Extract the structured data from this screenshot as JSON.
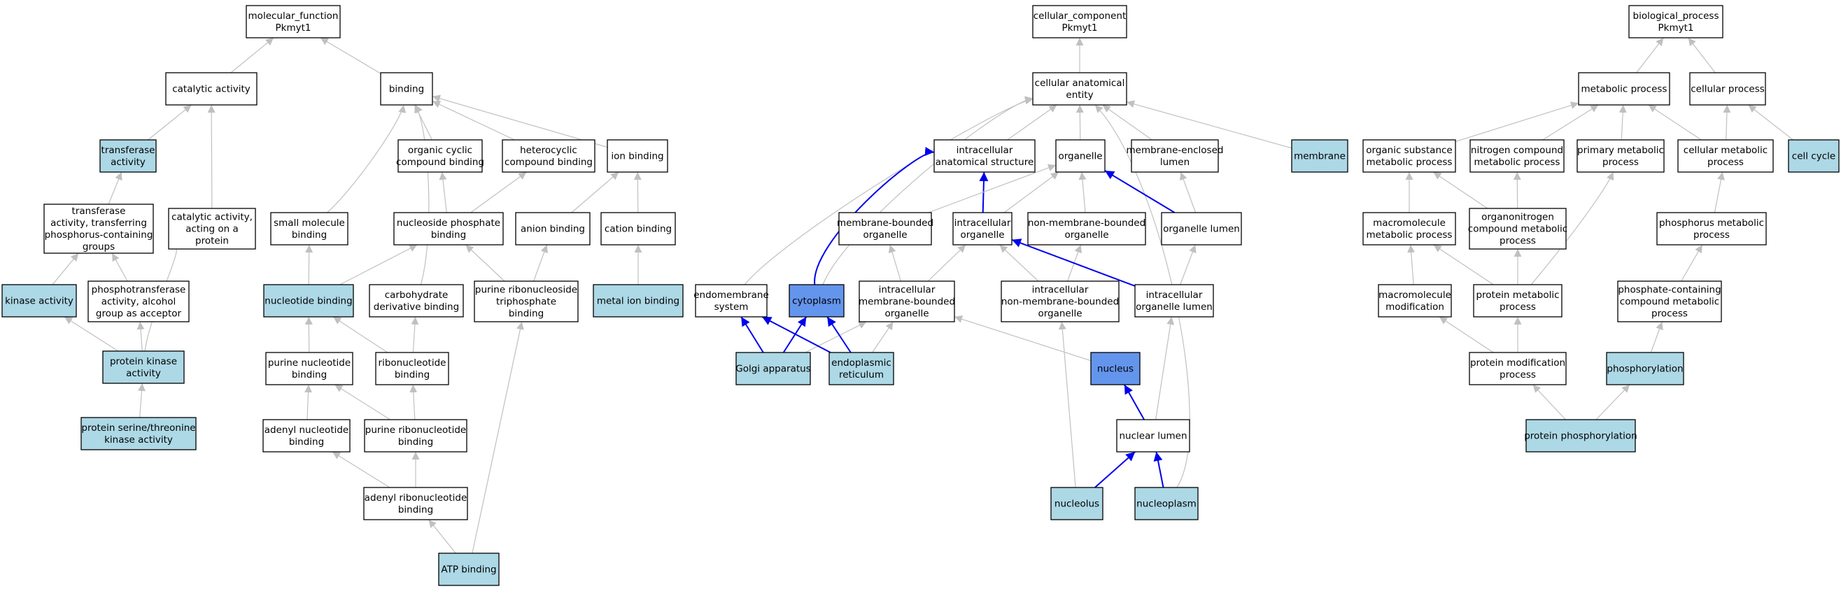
{
  "colors": {
    "plain": "#ffffff",
    "annotated": "#add8e6",
    "highlight": "#6495ed",
    "edge": "#c0c0c0",
    "path_edge": "#0000ee",
    "border": "#000000"
  },
  "nodes": [
    {
      "id": "mf_root",
      "lines": [
        "molecular_function",
        "Pkmyt1"
      ],
      "style": "plain"
    },
    {
      "id": "catalytic_activity",
      "lines": [
        "catalytic activity"
      ],
      "style": "plain"
    },
    {
      "id": "binding",
      "lines": [
        "binding"
      ],
      "style": "plain"
    },
    {
      "id": "transferase_activity",
      "lines": [
        "transferase",
        "activity"
      ],
      "style": "annotated"
    },
    {
      "id": "transferase_phosphorus",
      "lines": [
        "transferase",
        "activity, transferring",
        "phosphorus-containing",
        "groups"
      ],
      "style": "plain"
    },
    {
      "id": "catalytic_acting_protein",
      "lines": [
        "catalytic activity,",
        "acting on a",
        "protein"
      ],
      "style": "plain"
    },
    {
      "id": "kinase_activity",
      "lines": [
        "kinase activity"
      ],
      "style": "annotated"
    },
    {
      "id": "phosphotransferase",
      "lines": [
        "phosphotransferase",
        "activity, alcohol",
        "group as acceptor"
      ],
      "style": "plain"
    },
    {
      "id": "protein_kinase_activity",
      "lines": [
        "protein kinase",
        "activity"
      ],
      "style": "annotated"
    },
    {
      "id": "protein_ser_thr_kinase",
      "lines": [
        "protein serine/threonine",
        "kinase activity"
      ],
      "style": "annotated"
    },
    {
      "id": "organic_cyclic",
      "lines": [
        "organic cyclic",
        "compound binding"
      ],
      "style": "plain"
    },
    {
      "id": "heterocyclic",
      "lines": [
        "heterocyclic",
        "compound binding"
      ],
      "style": "plain"
    },
    {
      "id": "ion_binding",
      "lines": [
        "ion binding"
      ],
      "style": "plain"
    },
    {
      "id": "small_molecule",
      "lines": [
        "small molecule",
        "binding"
      ],
      "style": "plain"
    },
    {
      "id": "nucleoside_phosphate",
      "lines": [
        "nucleoside phosphate",
        "binding"
      ],
      "style": "plain"
    },
    {
      "id": "anion_binding",
      "lines": [
        "anion binding"
      ],
      "style": "plain"
    },
    {
      "id": "cation_binding",
      "lines": [
        "cation binding"
      ],
      "style": "plain"
    },
    {
      "id": "nucleotide_binding",
      "lines": [
        "nucleotide binding"
      ],
      "style": "annotated"
    },
    {
      "id": "carbohydrate_deriv",
      "lines": [
        "carbohydrate",
        "derivative binding"
      ],
      "style": "plain"
    },
    {
      "id": "purine_ribonucleoside_tp",
      "lines": [
        "purine ribonucleoside",
        "triphosphate",
        "binding"
      ],
      "style": "plain"
    },
    {
      "id": "metal_ion_binding",
      "lines": [
        "metal ion binding"
      ],
      "style": "annotated"
    },
    {
      "id": "purine_nucleotide",
      "lines": [
        "purine nucleotide",
        "binding"
      ],
      "style": "plain"
    },
    {
      "id": "ribonucleotide",
      "lines": [
        "ribonucleotide",
        "binding"
      ],
      "style": "plain"
    },
    {
      "id": "adenyl_nucleotide",
      "lines": [
        "adenyl nucleotide",
        "binding"
      ],
      "style": "plain"
    },
    {
      "id": "purine_ribonucleotide",
      "lines": [
        "purine ribonucleotide",
        "binding"
      ],
      "style": "plain"
    },
    {
      "id": "adenyl_ribonucleotide",
      "lines": [
        "adenyl ribonucleotide",
        "binding"
      ],
      "style": "plain"
    },
    {
      "id": "atp_binding",
      "lines": [
        "ATP binding"
      ],
      "style": "annotated"
    },
    {
      "id": "cc_root",
      "lines": [
        "cellular_component",
        "Pkmyt1"
      ],
      "style": "plain"
    },
    {
      "id": "cellular_anatomical_entity",
      "lines": [
        "cellular anatomical",
        "entity"
      ],
      "style": "plain"
    },
    {
      "id": "intracellular_anatomical",
      "lines": [
        "intracellular",
        "anatomical structure"
      ],
      "style": "plain"
    },
    {
      "id": "organelle",
      "lines": [
        "organelle"
      ],
      "style": "plain"
    },
    {
      "id": "membrane_enclosed_lumen",
      "lines": [
        "membrane-enclosed",
        "lumen"
      ],
      "style": "plain"
    },
    {
      "id": "membrane",
      "lines": [
        "membrane"
      ],
      "style": "annotated"
    },
    {
      "id": "membrane_bounded_organelle",
      "lines": [
        "membrane-bounded",
        "organelle"
      ],
      "style": "plain"
    },
    {
      "id": "intracellular_organelle",
      "lines": [
        "intracellular",
        "organelle"
      ],
      "style": "plain"
    },
    {
      "id": "non_membrane_bounded_organelle",
      "lines": [
        "non-membrane-bounded",
        "organelle"
      ],
      "style": "plain"
    },
    {
      "id": "organelle_lumen",
      "lines": [
        "organelle lumen"
      ],
      "style": "plain"
    },
    {
      "id": "endomembrane_system",
      "lines": [
        "endomembrane",
        "system"
      ],
      "style": "plain"
    },
    {
      "id": "cytoplasm",
      "lines": [
        "cytoplasm"
      ],
      "style": "highlight"
    },
    {
      "id": "intracellular_mb_organelle",
      "lines": [
        "intracellular",
        "membrane-bounded",
        "organelle"
      ],
      "style": "plain"
    },
    {
      "id": "intracellular_nmb_organelle",
      "lines": [
        "intracellular",
        "non-membrane-bounded",
        "organelle"
      ],
      "style": "plain"
    },
    {
      "id": "intracellular_organelle_lumen",
      "lines": [
        "intracellular",
        "organelle lumen"
      ],
      "style": "plain"
    },
    {
      "id": "golgi",
      "lines": [
        "Golgi apparatus"
      ],
      "style": "annotated"
    },
    {
      "id": "er",
      "lines": [
        "endoplasmic",
        "reticulum"
      ],
      "style": "annotated"
    },
    {
      "id": "nucleus",
      "lines": [
        "nucleus"
      ],
      "style": "highlight"
    },
    {
      "id": "nuclear_lumen",
      "lines": [
        "nuclear lumen"
      ],
      "style": "plain"
    },
    {
      "id": "nucleolus",
      "lines": [
        "nucleolus"
      ],
      "style": "annotated"
    },
    {
      "id": "nucleoplasm",
      "lines": [
        "nucleoplasm"
      ],
      "style": "annotated"
    },
    {
      "id": "bp_root",
      "lines": [
        "biological_process",
        "Pkmyt1"
      ],
      "style": "plain"
    },
    {
      "id": "metabolic_process",
      "lines": [
        "metabolic process"
      ],
      "style": "plain"
    },
    {
      "id": "cellular_process",
      "lines": [
        "cellular process"
      ],
      "style": "plain"
    },
    {
      "id": "organic_substance_metabolic",
      "lines": [
        "organic substance",
        "metabolic process"
      ],
      "style": "plain"
    },
    {
      "id": "nitrogen_compound_metabolic",
      "lines": [
        "nitrogen compound",
        "metabolic process"
      ],
      "style": "plain"
    },
    {
      "id": "primary_metabolic",
      "lines": [
        "primary metabolic",
        "process"
      ],
      "style": "plain"
    },
    {
      "id": "cellular_metabolic",
      "lines": [
        "cellular metabolic",
        "process"
      ],
      "style": "plain"
    },
    {
      "id": "cell_cycle",
      "lines": [
        "cell cycle"
      ],
      "style": "annotated"
    },
    {
      "id": "macromolecule_metabolic",
      "lines": [
        "macromolecule",
        "metabolic process"
      ],
      "style": "plain"
    },
    {
      "id": "organonitrogen",
      "lines": [
        "organonitrogen",
        "compound metabolic",
        "process"
      ],
      "style": "plain"
    },
    {
      "id": "phosphorus_metabolic",
      "lines": [
        "phosphorus metabolic",
        "process"
      ],
      "style": "plain"
    },
    {
      "id": "macromolecule_modification",
      "lines": [
        "macromolecule",
        "modification"
      ],
      "style": "plain"
    },
    {
      "id": "protein_metabolic",
      "lines": [
        "protein metabolic",
        "process"
      ],
      "style": "plain"
    },
    {
      "id": "phosphate_containing",
      "lines": [
        "phosphate-containing",
        "compound metabolic",
        "process"
      ],
      "style": "plain"
    },
    {
      "id": "protein_modification",
      "lines": [
        "protein modification",
        "process"
      ],
      "style": "plain"
    },
    {
      "id": "phosphorylation",
      "lines": [
        "phosphorylation"
      ],
      "style": "annotated"
    },
    {
      "id": "protein_phosphorylation",
      "lines": [
        "protein phosphorylation"
      ],
      "style": "annotated"
    }
  ],
  "edges": [
    {
      "from": "catalytic_activity",
      "to": "mf_root",
      "kind": "is_a"
    },
    {
      "from": "binding",
      "to": "mf_root",
      "kind": "is_a"
    },
    {
      "from": "transferase_activity",
      "to": "catalytic_activity",
      "kind": "is_a"
    },
    {
      "from": "catalytic_acting_protein",
      "to": "catalytic_activity",
      "kind": "is_a"
    },
    {
      "from": "transferase_phosphorus",
      "to": "transferase_activity",
      "kind": "is_a"
    },
    {
      "from": "kinase_activity",
      "to": "transferase_phosphorus",
      "kind": "is_a"
    },
    {
      "from": "phosphotransferase",
      "to": "transferase_phosphorus",
      "kind": "is_a"
    },
    {
      "from": "protein_kinase_activity",
      "to": "kinase_activity",
      "kind": "is_a"
    },
    {
      "from": "protein_kinase_activity",
      "to": "phosphotransferase",
      "kind": "is_a"
    },
    {
      "from": "protein_kinase_activity",
      "to": "catalytic_acting_protein",
      "kind": "is_a"
    },
    {
      "from": "protein_ser_thr_kinase",
      "to": "protein_kinase_activity",
      "kind": "is_a"
    },
    {
      "from": "organic_cyclic",
      "to": "binding",
      "kind": "is_a"
    },
    {
      "from": "heterocyclic",
      "to": "binding",
      "kind": "is_a"
    },
    {
      "from": "ion_binding",
      "to": "binding",
      "kind": "is_a"
    },
    {
      "from": "small_molecule",
      "to": "binding",
      "kind": "is_a"
    },
    {
      "from": "carbohydrate_deriv",
      "to": "binding",
      "kind": "is_a"
    },
    {
      "from": "nucleoside_phosphate",
      "to": "organic_cyclic",
      "kind": "is_a"
    },
    {
      "from": "nucleoside_phosphate",
      "to": "heterocyclic",
      "kind": "is_a"
    },
    {
      "from": "anion_binding",
      "to": "ion_binding",
      "kind": "is_a"
    },
    {
      "from": "cation_binding",
      "to": "ion_binding",
      "kind": "is_a"
    },
    {
      "from": "metal_ion_binding",
      "to": "cation_binding",
      "kind": "is_a"
    },
    {
      "from": "nucleotide_binding",
      "to": "small_molecule",
      "kind": "is_a"
    },
    {
      "from": "nucleotide_binding",
      "to": "nucleoside_phosphate",
      "kind": "is_a"
    },
    {
      "from": "purine_ribonucleoside_tp",
      "to": "nucleoside_phosphate",
      "kind": "is_a"
    },
    {
      "from": "purine_ribonucleoside_tp",
      "to": "anion_binding",
      "kind": "is_a"
    },
    {
      "from": "purine_nucleotide",
      "to": "nucleotide_binding",
      "kind": "is_a"
    },
    {
      "from": "ribonucleotide",
      "to": "nucleotide_binding",
      "kind": "is_a"
    },
    {
      "from": "ribonucleotide",
      "to": "carbohydrate_deriv",
      "kind": "is_a"
    },
    {
      "from": "adenyl_nucleotide",
      "to": "purine_nucleotide",
      "kind": "is_a"
    },
    {
      "from": "purine_ribonucleotide",
      "to": "purine_nucleotide",
      "kind": "is_a"
    },
    {
      "from": "purine_ribonucleotide",
      "to": "ribonucleotide",
      "kind": "is_a"
    },
    {
      "from": "adenyl_ribonucleotide",
      "to": "adenyl_nucleotide",
      "kind": "is_a"
    },
    {
      "from": "adenyl_ribonucleotide",
      "to": "purine_ribonucleotide",
      "kind": "is_a"
    },
    {
      "from": "atp_binding",
      "to": "adenyl_ribonucleotide",
      "kind": "is_a"
    },
    {
      "from": "atp_binding",
      "to": "purine_ribonucleoside_tp",
      "kind": "is_a"
    },
    {
      "from": "cellular_anatomical_entity",
      "to": "cc_root",
      "kind": "is_a"
    },
    {
      "from": "intracellular_anatomical",
      "to": "cellular_anatomical_entity",
      "kind": "is_a"
    },
    {
      "from": "organelle",
      "to": "cellular_anatomical_entity",
      "kind": "is_a"
    },
    {
      "from": "membrane_enclosed_lumen",
      "to": "cellular_anatomical_entity",
      "kind": "is_a"
    },
    {
      "from": "membrane",
      "to": "cellular_anatomical_entity",
      "kind": "is_a"
    },
    {
      "from": "endomembrane_system",
      "to": "cellular_anatomical_entity",
      "kind": "is_a"
    },
    {
      "from": "cytoplasm",
      "to": "cellular_anatomical_entity",
      "kind": "is_a"
    },
    {
      "from": "nucleoplasm",
      "to": "cellular_anatomical_entity",
      "kind": "is_a"
    },
    {
      "from": "cytoplasm",
      "to": "intracellular_anatomical",
      "kind": "part_of"
    },
    {
      "from": "intracellular_organelle",
      "to": "intracellular_anatomical",
      "kind": "part_of"
    },
    {
      "from": "membrane_bounded_organelle",
      "to": "organelle",
      "kind": "is_a"
    },
    {
      "from": "intracellular_organelle",
      "to": "organelle",
      "kind": "is_a"
    },
    {
      "from": "non_membrane_bounded_organelle",
      "to": "organelle",
      "kind": "is_a"
    },
    {
      "from": "organelle_lumen",
      "to": "organelle",
      "kind": "part_of"
    },
    {
      "from": "organelle_lumen",
      "to": "membrane_enclosed_lumen",
      "kind": "is_a"
    },
    {
      "from": "intracellular_mb_organelle",
      "to": "membrane_bounded_organelle",
      "kind": "is_a"
    },
    {
      "from": "intracellular_mb_organelle",
      "to": "intracellular_organelle",
      "kind": "is_a"
    },
    {
      "from": "intracellular_nmb_organelle",
      "to": "intracellular_organelle",
      "kind": "is_a"
    },
    {
      "from": "intracellular_nmb_organelle",
      "to": "non_membrane_bounded_organelle",
      "kind": "is_a"
    },
    {
      "from": "intracellular_organelle_lumen",
      "to": "organelle_lumen",
      "kind": "is_a"
    },
    {
      "from": "intracellular_organelle_lumen",
      "to": "intracellular_organelle",
      "kind": "part_of"
    },
    {
      "from": "golgi",
      "to": "endomembrane_system",
      "kind": "part_of"
    },
    {
      "from": "golgi",
      "to": "cytoplasm",
      "kind": "part_of"
    },
    {
      "from": "golgi",
      "to": "intracellular_mb_organelle",
      "kind": "is_a"
    },
    {
      "from": "er",
      "to": "endomembrane_system",
      "kind": "part_of"
    },
    {
      "from": "er",
      "to": "cytoplasm",
      "kind": "part_of"
    },
    {
      "from": "er",
      "to": "intracellular_mb_organelle",
      "kind": "is_a"
    },
    {
      "from": "nucleus",
      "to": "intracellular_mb_organelle",
      "kind": "is_a"
    },
    {
      "from": "nuclear_lumen",
      "to": "nucleus",
      "kind": "part_of"
    },
    {
      "from": "nuclear_lumen",
      "to": "intracellular_organelle_lumen",
      "kind": "is_a"
    },
    {
      "from": "nucleolus",
      "to": "nuclear_lumen",
      "kind": "part_of"
    },
    {
      "from": "nucleolus",
      "to": "intracellular_nmb_organelle",
      "kind": "is_a"
    },
    {
      "from": "nucleoplasm",
      "to": "nuclear_lumen",
      "kind": "part_of"
    },
    {
      "from": "metabolic_process",
      "to": "bp_root",
      "kind": "is_a"
    },
    {
      "from": "cellular_process",
      "to": "bp_root",
      "kind": "is_a"
    },
    {
      "from": "organic_substance_metabolic",
      "to": "metabolic_process",
      "kind": "is_a"
    },
    {
      "from": "nitrogen_compound_metabolic",
      "to": "metabolic_process",
      "kind": "is_a"
    },
    {
      "from": "primary_metabolic",
      "to": "metabolic_process",
      "kind": "is_a"
    },
    {
      "from": "cellular_metabolic",
      "to": "metabolic_process",
      "kind": "is_a"
    },
    {
      "from": "cellular_metabolic",
      "to": "cellular_process",
      "kind": "is_a"
    },
    {
      "from": "cell_cycle",
      "to": "cellular_process",
      "kind": "is_a"
    },
    {
      "from": "macromolecule_metabolic",
      "to": "organic_substance_metabolic",
      "kind": "is_a"
    },
    {
      "from": "organonitrogen",
      "to": "organic_substance_metabolic",
      "kind": "is_a"
    },
    {
      "from": "organonitrogen",
      "to": "nitrogen_compound_metabolic",
      "kind": "is_a"
    },
    {
      "from": "phosphorus_metabolic",
      "to": "cellular_metabolic",
      "kind": "is_a"
    },
    {
      "from": "macromolecule_modification",
      "to": "macromolecule_metabolic",
      "kind": "is_a"
    },
    {
      "from": "protein_metabolic",
      "to": "macromolecule_metabolic",
      "kind": "is_a"
    },
    {
      "from": "protein_metabolic",
      "to": "organonitrogen",
      "kind": "is_a"
    },
    {
      "from": "protein_metabolic",
      "to": "primary_metabolic",
      "kind": "is_a"
    },
    {
      "from": "phosphate_containing",
      "to": "phosphorus_metabolic",
      "kind": "is_a"
    },
    {
      "from": "protein_modification",
      "to": "macromolecule_modification",
      "kind": "is_a"
    },
    {
      "from": "protein_modification",
      "to": "protein_metabolic",
      "kind": "is_a"
    },
    {
      "from": "phosphorylation",
      "to": "phosphate_containing",
      "kind": "is_a"
    },
    {
      "from": "protein_phosphorylation",
      "to": "protein_modification",
      "kind": "is_a"
    },
    {
      "from": "protein_phosphorylation",
      "to": "phosphorylation",
      "kind": "is_a"
    }
  ]
}
